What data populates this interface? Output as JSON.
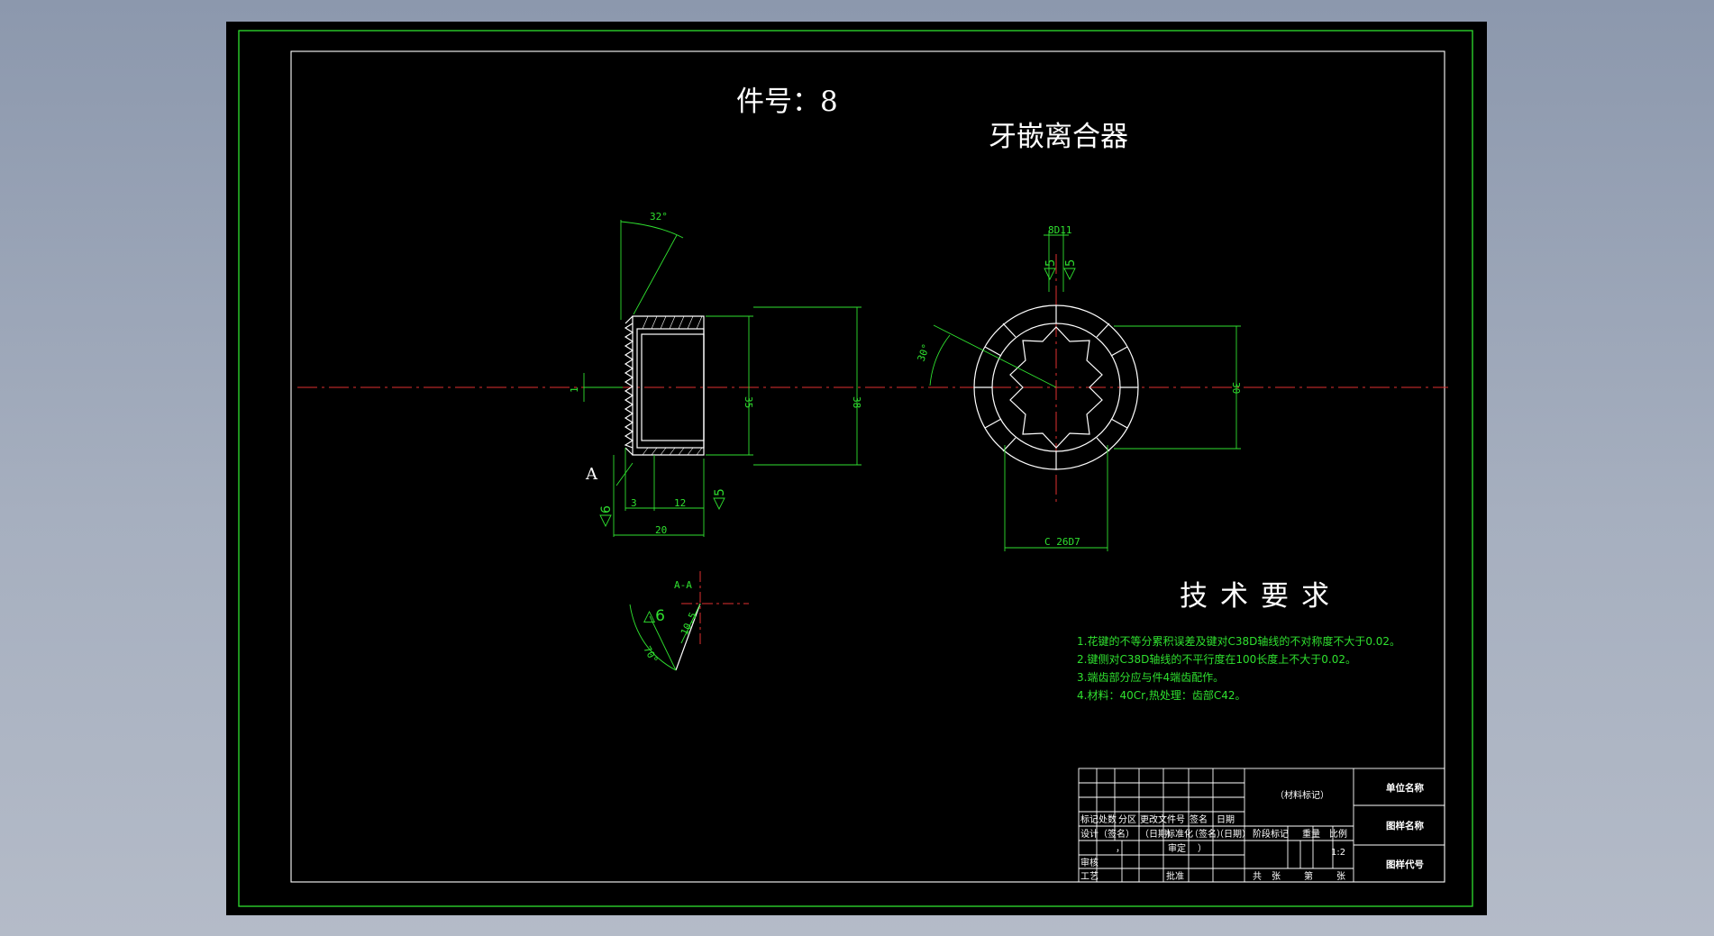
{
  "drawing": {
    "part_number": "件号：8",
    "title": "牙嵌离合器",
    "section_label": "A",
    "section_title": "A-A"
  },
  "colors": {
    "background": "#8c98ad",
    "sheet": "#000000",
    "frame": "#2fe02f",
    "geometry": "#ffffff",
    "centerline": "#e03030"
  },
  "dimensions": {
    "side_view": {
      "chamfer_angle": "32°",
      "height_inner": "35",
      "height_outer": "38",
      "left_len": "1",
      "offset": "3",
      "bore_len": "12",
      "total_len": "20",
      "rough_left": "6",
      "rough_right": "5"
    },
    "end_view": {
      "key_width": "8D11",
      "rough_top_left": "5",
      "rough_top_right": "5",
      "angle": "30°",
      "dia_right": "30",
      "bore": "C 26D7"
    },
    "section": {
      "rough": "△6",
      "width": "10.5",
      "angle": "70°"
    }
  },
  "technical_requirements": {
    "heading": "技术要求",
    "items": [
      "1.花键的不等分累积误差及键对C38D轴线的不对称度不大于0.02。",
      "2.键侧对C38D轴线的不平行度在100长度上不大于0.02。",
      "3.端齿部分应与件4端齿配作。",
      "4.材料：40Cr,热处理：齿部C42。"
    ]
  },
  "title_block": {
    "material_mark": "（材料标记）",
    "unit_name": "单位名称",
    "drawing_name": "图样名称",
    "drawing_code": "图样代号",
    "mark": "标记",
    "count": "处数",
    "zone": "分区",
    "change_doc": "更改文件号",
    "sign": "签名",
    "date": "日期",
    "design": "设计",
    "sign2": "（签名）",
    "date2": "（日期）",
    "standardize": "标准化",
    "sign3": "（签名）",
    "date3": "（日期）",
    "check": "审核",
    "process": "工艺",
    "approve": "批准",
    "review": "审定",
    "stage_mark": "阶段标记",
    "weight": "重量",
    "scale": "比例",
    "scale_value": "1:2",
    "total": "共",
    "sheets": "张",
    "sheet_no": "第",
    "sheet_of": "张",
    "sep": "，",
    "sep2": "）"
  }
}
